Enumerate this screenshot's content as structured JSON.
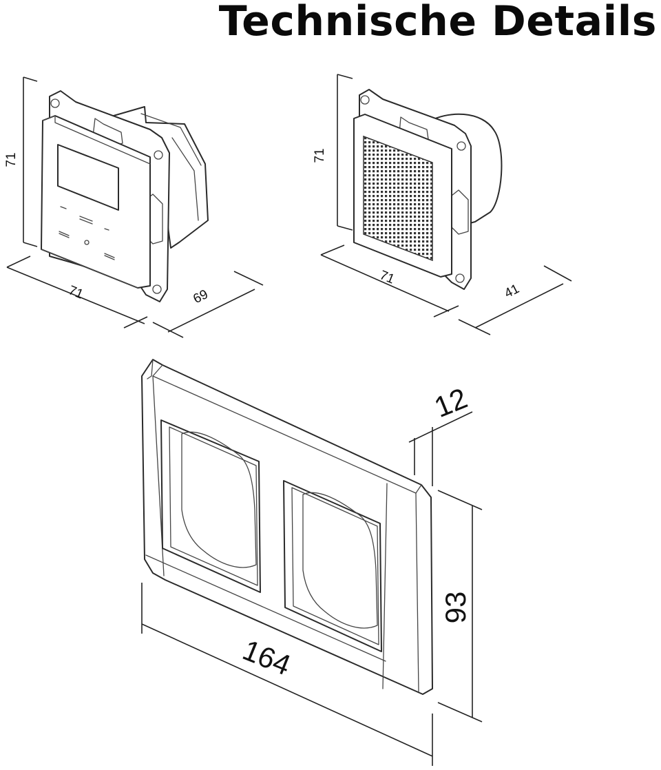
{
  "header": {
    "title": "Technische Details"
  },
  "device_radio": {
    "dim_height": "71",
    "dim_width": "71",
    "dim_depth": "69"
  },
  "device_speaker": {
    "dim_height": "71",
    "dim_width": "71",
    "dim_depth": "41"
  },
  "frame": {
    "dim_width": "164",
    "dim_height": "93",
    "dim_depth": "12"
  },
  "colors": {
    "ink": "#2a2a2a",
    "background": "#ffffff"
  }
}
